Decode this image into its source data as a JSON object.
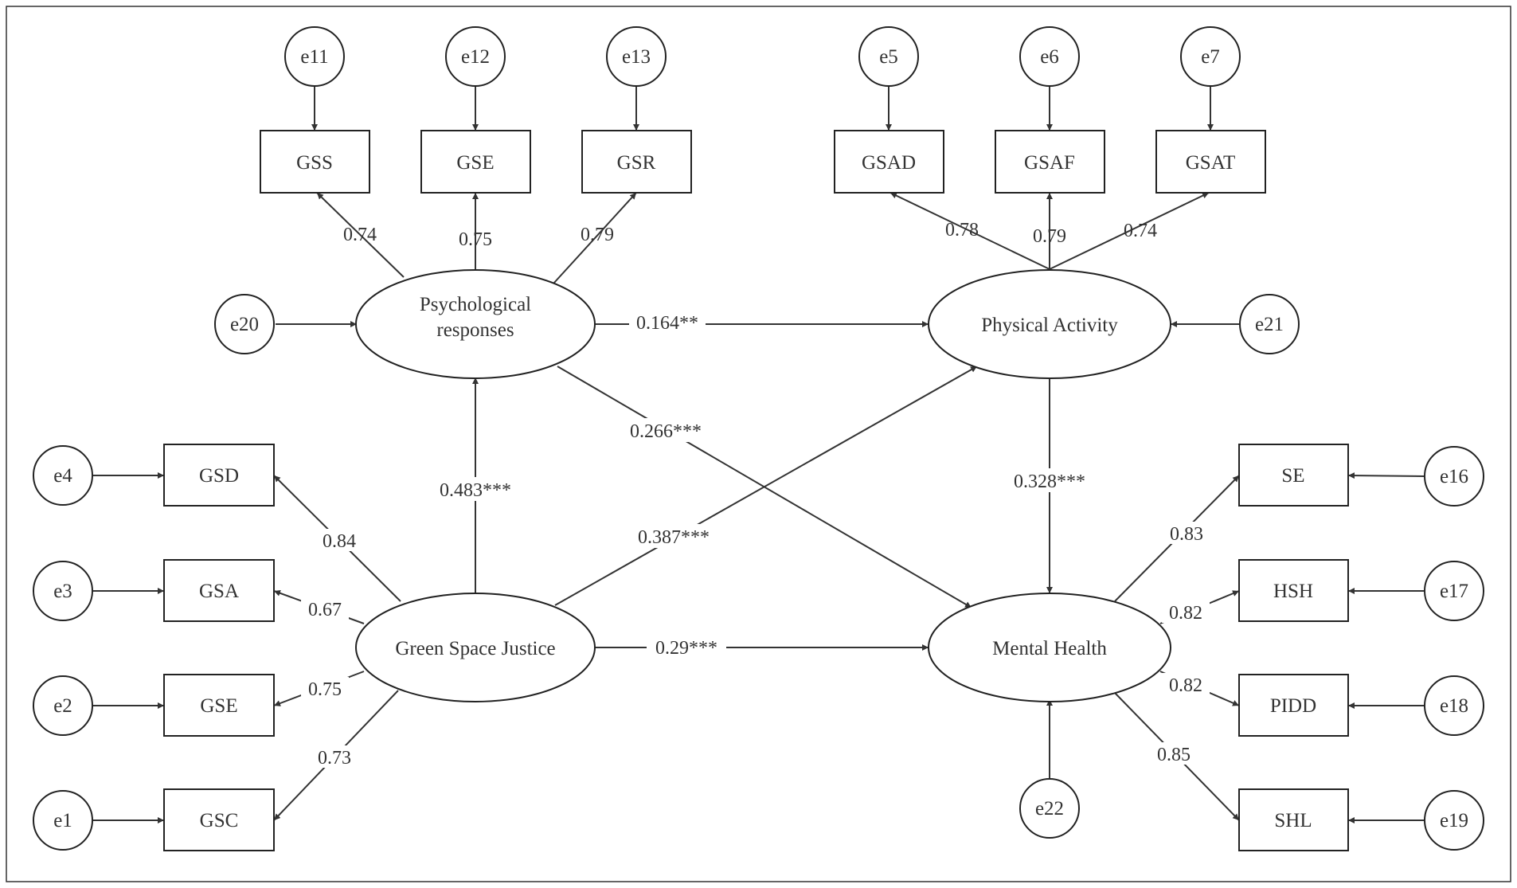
{
  "nodes": {
    "latent": {
      "pr": "Psychological responses",
      "pa": "Physical Activity",
      "gsj": "Green Space Justice",
      "mh": "Mental Health"
    },
    "observed": {
      "gss": "GSS",
      "gse_top": "GSE",
      "gsr": "GSR",
      "gsad": "GSAD",
      "gsaf": "GSAF",
      "gsat": "GSAT",
      "gsd": "GSD",
      "gsa": "GSA",
      "gse_left": "GSE",
      "gsc": "GSC",
      "se": "SE",
      "hsh": "HSH",
      "pidd": "PIDD",
      "shl": "SHL"
    },
    "errors": {
      "e11": "e11",
      "e12": "e12",
      "e13": "e13",
      "e5": "e5",
      "e6": "e6",
      "e7": "e7",
      "e20": "e20",
      "e21": "e21",
      "e22": "e22",
      "e4": "e4",
      "e3": "e3",
      "e2": "e2",
      "e1": "e1",
      "e16": "e16",
      "e17": "e17",
      "e18": "e18",
      "e19": "e19"
    }
  },
  "loadings": {
    "pr_gss": "0.74",
    "pr_gse": "0.75",
    "pr_gsr": "0.79",
    "pa_gsad": "0.78",
    "pa_gsaf": "0.79",
    "pa_gsat": "0.74",
    "gsj_gsd": "0.84",
    "gsj_gsa": "0.67",
    "gsj_gse": "0.75",
    "gsj_gsc": "0.73",
    "mh_se": "0.83",
    "mh_hsh": "0.82",
    "mh_pidd": "0.82",
    "mh_shl": "0.85"
  },
  "paths": {
    "pr_pa": "0.164**",
    "pr_mh": "0.266***",
    "gsj_pr": "0.483***",
    "gsj_pa": "0.387***",
    "gsj_mh": "0.29***",
    "pa_mh": "0.328***"
  },
  "colors": {
    "line": "#333333",
    "text": "#333333",
    "background": "#ffffff"
  }
}
